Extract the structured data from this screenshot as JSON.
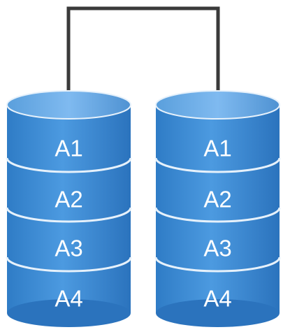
{
  "diagram": {
    "colors": {
      "connector": "#3a3a3a",
      "body_top": "#7fb6e6",
      "body_mid": "#3f8fd6",
      "body_dark": "#2b73bd",
      "cap": "#6aaee8",
      "separator": "#e6f1fb",
      "label": "#ffffff"
    },
    "disks": [
      {
        "blocks": [
          {
            "label": "A1"
          },
          {
            "label": "A2"
          },
          {
            "label": "A3"
          },
          {
            "label": "A4"
          }
        ]
      },
      {
        "blocks": [
          {
            "label": "A1"
          },
          {
            "label": "A2"
          },
          {
            "label": "A3"
          },
          {
            "label": "A4"
          }
        ]
      }
    ]
  }
}
